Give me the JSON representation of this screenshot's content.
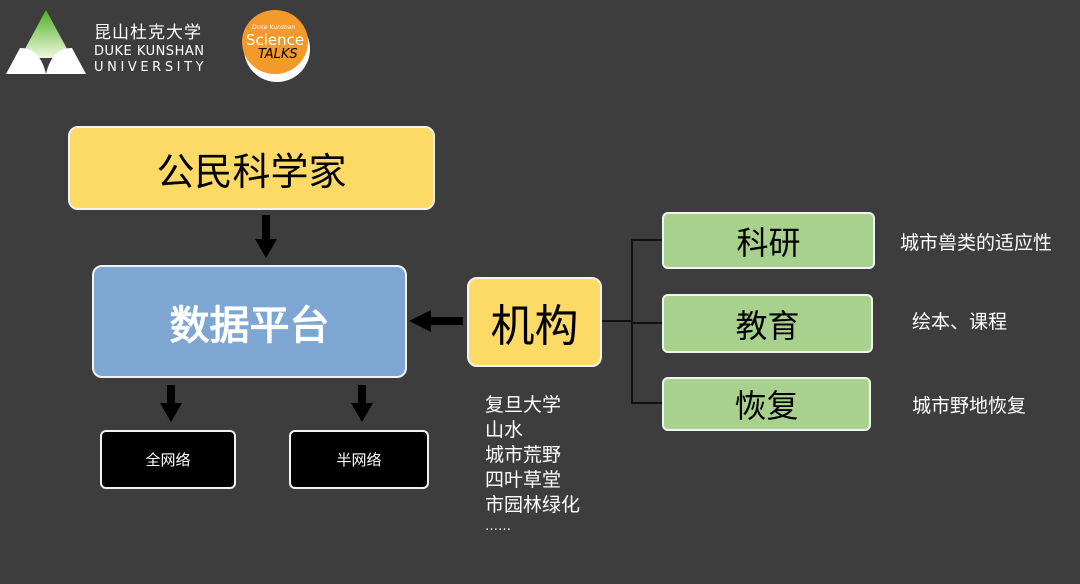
{
  "logos": {
    "dku": {
      "cn": "昆山杜克大学",
      "en1": "DUKE KUNSHAN",
      "en2": "UNIVERSITY"
    },
    "science_talks": {
      "top": "Duke Kunshan",
      "mid": "Science",
      "bottom": "TALKS"
    }
  },
  "diagram": {
    "citizen": "公民科学家",
    "platform": "数据平台",
    "institution": "机构",
    "networks": [
      "全网络",
      "半网络"
    ],
    "roles": [
      {
        "label": "科研",
        "desc": "城市兽类的适应性"
      },
      {
        "label": "教育",
        "desc": "绘本、课程"
      },
      {
        "label": "恢复",
        "desc": "城市野地恢复"
      }
    ],
    "institutions": [
      "复旦大学",
      "山水",
      "城市荒野",
      "四叶草堂",
      "市园林绿化",
      "……"
    ],
    "colors": {
      "yellow": "#fdd966",
      "blue": "#7ea6d2",
      "green": "#a9d18e",
      "background": "#3d3d3d"
    }
  }
}
